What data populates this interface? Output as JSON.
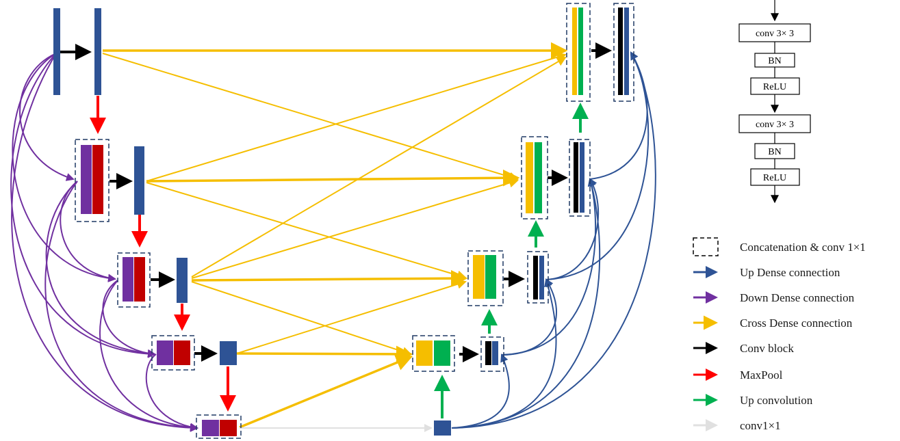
{
  "colors": {
    "blue": "#2E5395",
    "purple": "#7030A0",
    "darkred": "#C00000",
    "yellow": "#F5BE00",
    "green": "#00B050",
    "black": "#000000",
    "red": "#FF0000",
    "gray": "#E0E0E0",
    "dash": "#1F3864"
  },
  "conv_block": {
    "conv1": "conv 3× 3",
    "bn1": "BN",
    "relu1": "ReLU",
    "conv2": "conv 3× 3",
    "bn2": "BN",
    "relu2": "ReLU"
  },
  "legend": {
    "concat": "Concatenation & conv 1×1",
    "up_dense": "Up Dense connection",
    "down_dense": "Down Dense connection",
    "cross_dense": "Cross Dense connection",
    "conv_block": "Conv block",
    "maxpool": "MaxPool",
    "up_conv": "Up convolution",
    "conv1x1": "conv1×1"
  }
}
